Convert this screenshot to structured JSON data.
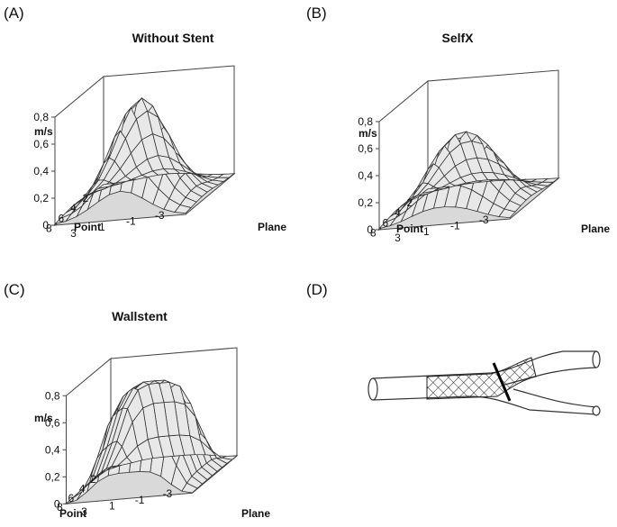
{
  "panels": [
    {
      "letter": "(A)"
    },
    {
      "letter": "(B)"
    },
    {
      "letter": "(C)"
    },
    {
      "letter": "(D)"
    }
  ],
  "chart_data": [
    {
      "type": "surface",
      "title": "Without Stent",
      "zlabel": "m/s",
      "xlabel": "Point",
      "ylabel": "Plane",
      "z_ticks": [
        "0",
        "0,2",
        "0,4",
        "0,6",
        "0,8"
      ],
      "zlim": [
        0,
        0.8
      ],
      "point_ticks": [
        "2",
        "4",
        "6",
        "8"
      ],
      "plane_ticks": [
        "3",
        "1",
        "-1",
        "-3"
      ],
      "peak": 0.78
    },
    {
      "type": "surface",
      "title": "SelfX",
      "zlabel": "m/s",
      "xlabel": "Point",
      "ylabel": "Plane",
      "z_ticks": [
        "0",
        "0,2",
        "0,4",
        "0,6",
        "0,8"
      ],
      "zlim": [
        0,
        0.8
      ],
      "point_ticks": [
        "2",
        "4",
        "6",
        "8"
      ],
      "plane_ticks": [
        "3",
        "1",
        "-1",
        "-3"
      ],
      "peak": 0.7
    },
    {
      "type": "surface",
      "title": "Wallstent",
      "zlabel": "m/s",
      "xlabel": "Point",
      "ylabel": "Plane",
      "z_ticks": [
        "0",
        "0,2",
        "0,4",
        "0,6",
        "0,8"
      ],
      "zlim": [
        0,
        0.8
      ],
      "point_ticks": [
        "2",
        "4",
        "6",
        "8"
      ],
      "plane_ticks": [
        "3",
        "1",
        "-1",
        "-3"
      ],
      "peak": 0.72
    }
  ]
}
